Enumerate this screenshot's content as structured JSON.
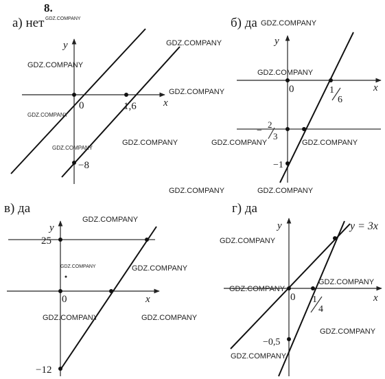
{
  "task_number": "8.",
  "panels": {
    "a": {
      "caption": "а) нет",
      "x_axis": "x",
      "y_axis": "y",
      "origin": "0",
      "x_intercept": "1,6",
      "y_intercept": "−8"
    },
    "b": {
      "caption": "б) да",
      "x_axis": "x",
      "y_axis": "y",
      "origin": "0",
      "x_frac_num": "1",
      "x_frac_den": "6",
      "level_sign": "−",
      "level_num": "2",
      "level_den": "3",
      "y_intercept": "−1"
    },
    "v": {
      "caption": "в) да",
      "x_axis": "x",
      "y_axis": "y",
      "origin": "0",
      "y_top": "25",
      "y_bottom": "−12"
    },
    "g": {
      "caption": "г) да",
      "x_axis": "x",
      "y_axis": "y",
      "origin": "0",
      "x_frac_num": "1",
      "x_frac_den": "4",
      "y_intercept": "−0,5",
      "line_label": "y = 3x"
    }
  },
  "watermark": "GDZ.COMPANY"
}
